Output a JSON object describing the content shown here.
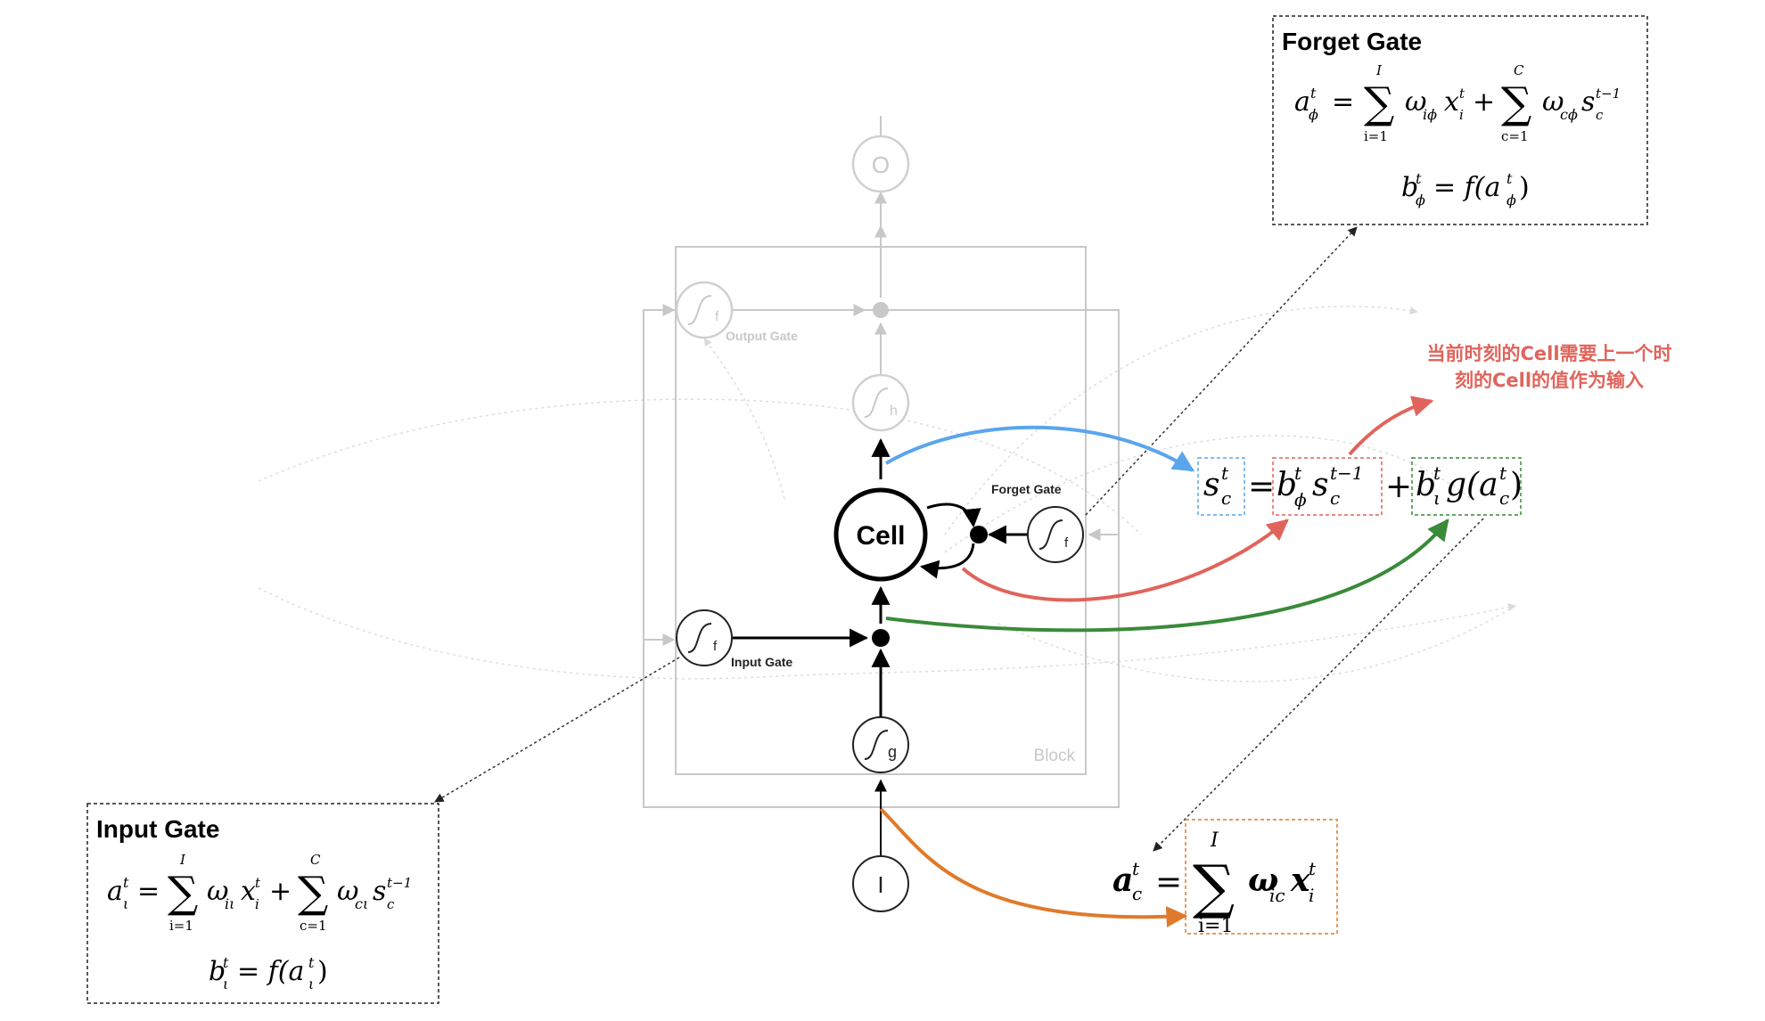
{
  "block": {
    "label": "Block"
  },
  "nodes": {
    "output": "O",
    "input": "I",
    "cell": "Cell",
    "g_sub": "g",
    "h_sub": "h",
    "f_sub": "f"
  },
  "gate_labels": {
    "output_gate": "Output Gate",
    "input_gate": "Input Gate",
    "forget_gate": "Forget Gate"
  },
  "forget_box": {
    "title": "Forget Gate",
    "eq1_lhs": "a",
    "eq1_lhs_sup": "t",
    "eq1_lhs_sub": "ϕ",
    "sum1_upper": "I",
    "sum1_lower": "i=1",
    "term1": "ω",
    "term1_sub": "iϕ",
    "term1_var": "x",
    "term1_var_sup": "t",
    "term1_var_sub": "i",
    "sum2_upper": "C",
    "sum2_lower": "c=1",
    "term2": "ω",
    "term2_sub": "cϕ",
    "term2_var": "s",
    "term2_var_sup": "t−1",
    "term2_var_sub": "c",
    "eq2": "b",
    "eq2_sup": "t",
    "eq2_sub": "ϕ",
    "eq2_rhs": "= f(a",
    "eq2_rhs_sup": "t",
    "eq2_rhs_sub": "ϕ",
    "eq2_close": ")"
  },
  "input_box": {
    "title": "Input Gate",
    "eq1_lhs": "a",
    "eq1_lhs_sup": "t",
    "eq1_lhs_sub": "ι",
    "sum1_upper": "I",
    "sum1_lower": "i=1",
    "term1": "ω",
    "term1_sub": "iι",
    "term1_var": "x",
    "term1_var_sup": "t",
    "term1_var_sub": "i",
    "sum2_upper": "C",
    "sum2_lower": "c=1",
    "term2": "ω",
    "term2_sub": "cι",
    "term2_var": "s",
    "term2_var_sup": "t−1",
    "term2_var_sub": "c",
    "eq2": "b",
    "eq2_sup": "t",
    "eq2_sub": "ι",
    "eq2_rhs": "= f(a",
    "eq2_rhs_sup": "t",
    "eq2_rhs_sub": "ι",
    "eq2_close": ")"
  },
  "cell_eq": {
    "s": "s",
    "s_sup": "t",
    "s_sub": "c",
    "equals": "=",
    "b1": "b",
    "b1_sup": "t",
    "b1_sub": "ϕ",
    "s2": "s",
    "s2_sup": "t−1",
    "s2_sub": "c",
    "plus": "+",
    "b2": "b",
    "b2_sup": "t",
    "b2_sub": "ι",
    "g": "g(a",
    "g_sup": "t",
    "g_sub": "c",
    "g_close": ")"
  },
  "ac_eq": {
    "a": "a",
    "a_sup": "t",
    "a_sub": "c",
    "equals": "=",
    "sum_upper": "I",
    "sum_lower": "i=1",
    "w": "ω",
    "w_sub": "ic",
    "x": "x",
    "x_sup": "t",
    "x_sub": "i"
  },
  "note": {
    "line1": "当前时刻的Cell需要上一个时",
    "line2": "刻的Cell的值作为输入"
  },
  "colors": {
    "blue": "#5aa5ee",
    "red": "#e0645b",
    "green": "#3a8a3a",
    "orange": "#e07a2a",
    "gray": "#c8c8c8",
    "black": "#000000"
  }
}
